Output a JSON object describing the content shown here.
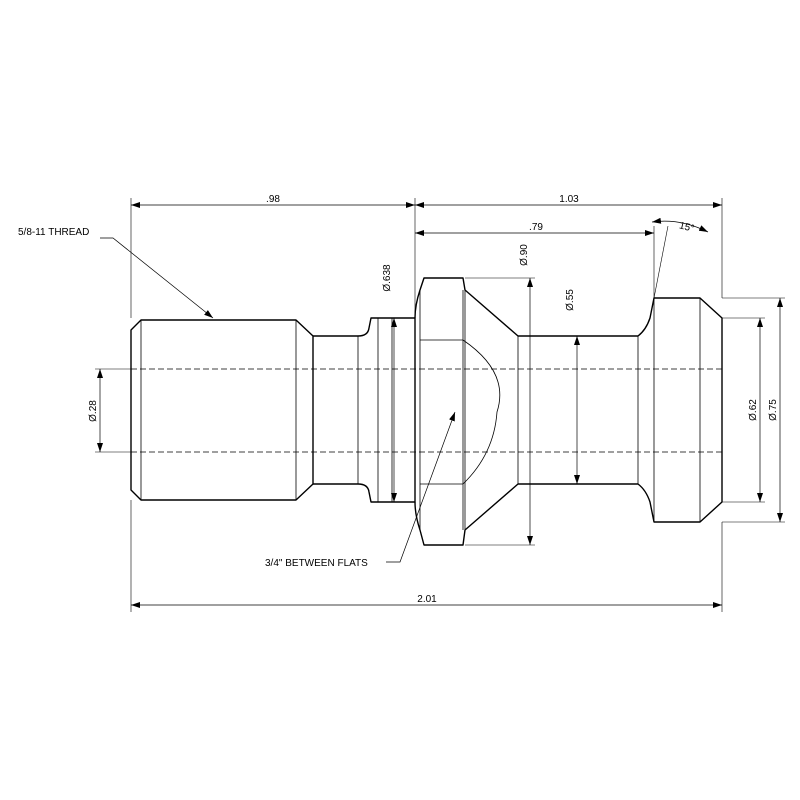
{
  "drawing": {
    "dimensions": {
      "thread_length": ".98",
      "head_length": "1.03",
      "neck_length": ".79",
      "overall_length": "2.01",
      "taper_angle": "15°",
      "bore_dia": "Ø.28",
      "flange_dia": "Ø.638",
      "collar_dia": "Ø.90",
      "neck_dia": "Ø.55",
      "nose_dia": "Ø.62",
      "head_dia": "Ø.75"
    },
    "notes": {
      "thread": "5/8-11 THREAD",
      "flats": "3/4\" BETWEEN FLATS"
    }
  }
}
